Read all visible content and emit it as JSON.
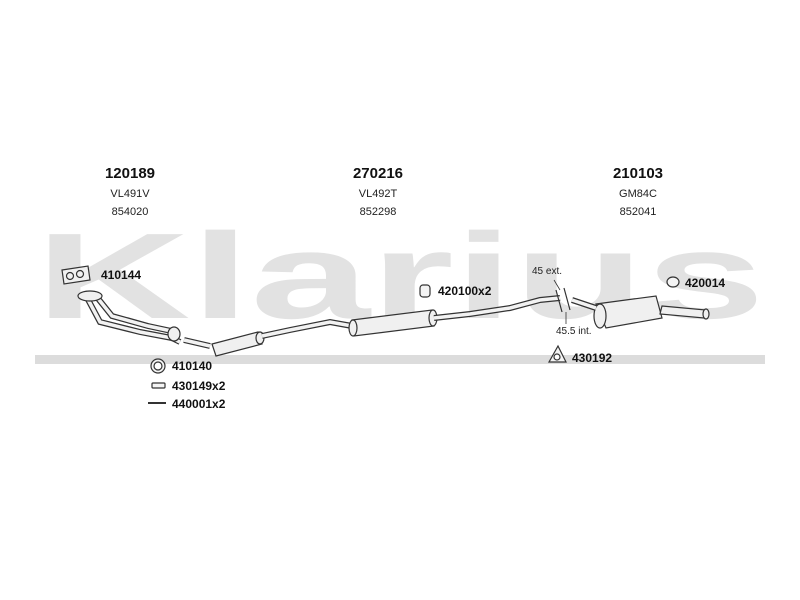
{
  "watermark": {
    "text": "Klarius"
  },
  "parts": [
    {
      "number": "120189",
      "ref1": "VL491V",
      "ref2": "854020"
    },
    {
      "number": "270216",
      "ref1": "VL492T",
      "ref2": "852298"
    },
    {
      "number": "210103",
      "ref1": "GM84C",
      "ref2": "852041"
    }
  ],
  "codes": {
    "c410144": "410144",
    "c410140": "410140",
    "c430149": "430149x2",
    "c440001": "440001x2",
    "c420100": "420100x2",
    "c430192": "430192",
    "c420014": "420014"
  },
  "notes": {
    "ext": "45 ext.",
    "int": "45.5 int."
  }
}
